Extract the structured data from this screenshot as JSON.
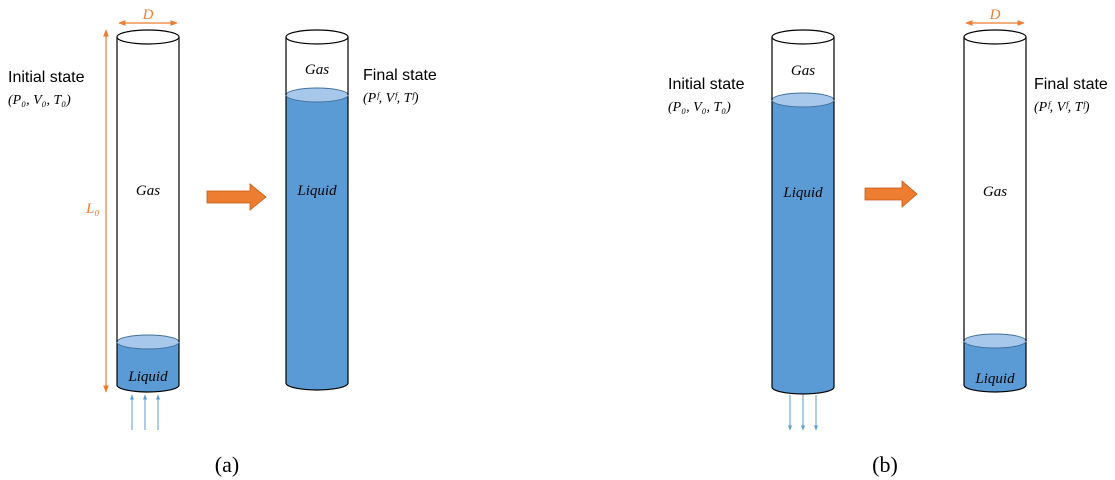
{
  "colors": {
    "liquid_fill": "#5b9bd5",
    "liquid_top": "#a7c8ea",
    "liquid_stroke": "#41719c",
    "arrow_fill": "#ed7d31",
    "dimension": "#ed7d31",
    "flow_arrow": "#5b9bd5",
    "outline": "#000000"
  },
  "panel_a": {
    "caption": "(a)",
    "initial_label": "Initial  state",
    "initial_vars": "(P₀, V₀, T₀)",
    "final_label": "Final state",
    "final_vars": "(Pᶠ, Vᶠ, Tᶠ)",
    "diameter_label": "D",
    "length_label": "L₀",
    "initial_column": {
      "gas": "Gas",
      "liquid": "Liquid",
      "liquid_fraction": 0.14
    },
    "final_column": {
      "gas": "Gas",
      "liquid": "Liquid",
      "liquid_fraction": 0.87
    },
    "flow_direction": "in"
  },
  "panel_b": {
    "caption": "(b)",
    "initial_label": "Initial state",
    "initial_vars": "(P₀, V₀, T₀)",
    "final_label": "Final state",
    "final_vars": "(Pᶠ, Vᶠ, Tᶠ)",
    "diameter_label": "D",
    "initial_column": {
      "gas": "Gas",
      "liquid": "Liquid",
      "liquid_fraction": 0.87
    },
    "final_column": {
      "gas": "Gas",
      "liquid": "Liquid",
      "liquid_fraction": 0.14
    },
    "flow_direction": "out"
  }
}
